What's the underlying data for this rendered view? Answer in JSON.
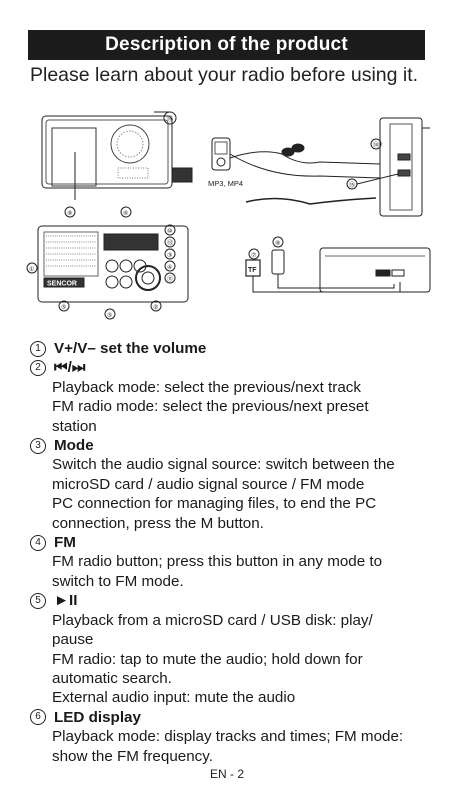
{
  "header": {
    "title": "Description of the product"
  },
  "intro": "Please learn about your radio before using it.",
  "figure": {
    "labels": {
      "mp3_mp4": "MP3, MP4",
      "brand": "SENCOR",
      "tf": "TF",
      "callouts": [
        "①",
        "②",
        "③",
        "④",
        "⑤",
        "⑥",
        "⑦",
        "⑧",
        "⑨",
        "⑩",
        "⑪",
        "⑫",
        "⑬",
        "⑭",
        "⑮",
        "⑯"
      ]
    }
  },
  "items": [
    {
      "num": "1",
      "title": "V+/V– set the volume",
      "lines": []
    },
    {
      "num": "2",
      "title": "⏮/⏭",
      "lines": [
        "Playback mode: select the previous/next track",
        "FM radio mode: select the previous/next preset",
        "station"
      ]
    },
    {
      "num": "3",
      "title": "Mode",
      "lines": [
        "Switch the audio signal source: switch between the",
        "microSD card / audio signal source / FM mode",
        "PC connection for managing files, to end the PC",
        "connection, press the M button."
      ]
    },
    {
      "num": "4",
      "title": "FM",
      "lines": [
        "FM radio button; press this button in any mode to",
        "switch to FM mode."
      ]
    },
    {
      "num": "5",
      "title": "►II",
      "lines": [
        "Playback from a microSD card / USB disk: play/",
        "pause",
        "FM radio: tap to mute the audio; hold down for",
        "automatic search.",
        "External audio input: mute the audio"
      ]
    },
    {
      "num": "6",
      "title": "LED display",
      "lines": [
        "Playback mode: display tracks and times; FM mode:",
        "show the FM frequency."
      ]
    }
  ],
  "footer": {
    "page": "EN - 2"
  }
}
